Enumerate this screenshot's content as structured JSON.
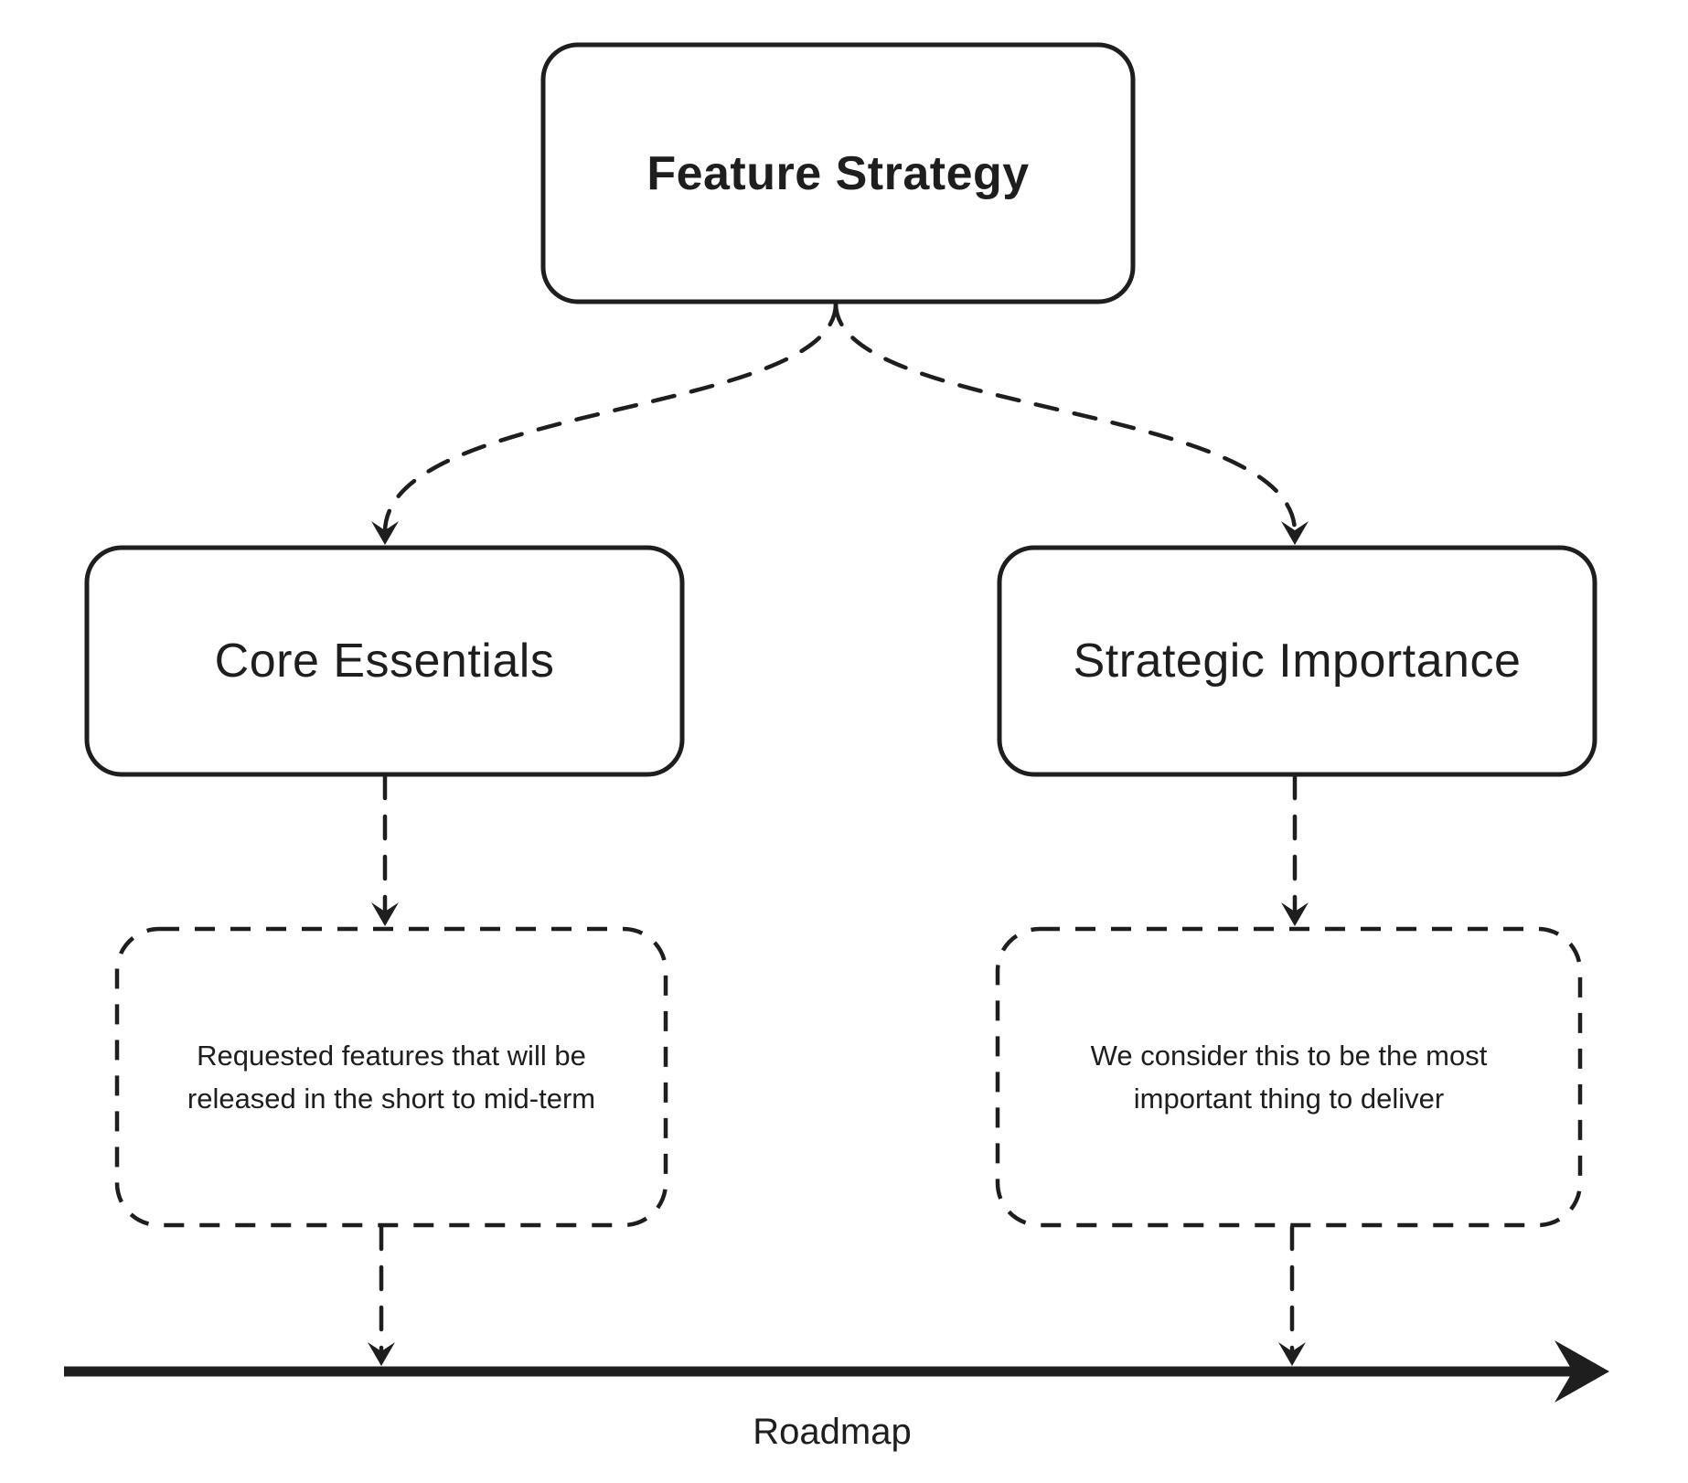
{
  "colors": {
    "ink": "#1e1e1e",
    "background": "#ffffff"
  },
  "diagram": {
    "root": {
      "title": "Feature Strategy"
    },
    "left_branch": {
      "title": "Core Essentials",
      "note_lines": [
        "Requested features that will be",
        "released in the short to mid-term"
      ]
    },
    "right_branch": {
      "title": "Strategic Importance",
      "note_lines": [
        "We consider this to be the most",
        "important thing to deliver"
      ]
    },
    "timeline": {
      "label": "Roadmap"
    }
  }
}
